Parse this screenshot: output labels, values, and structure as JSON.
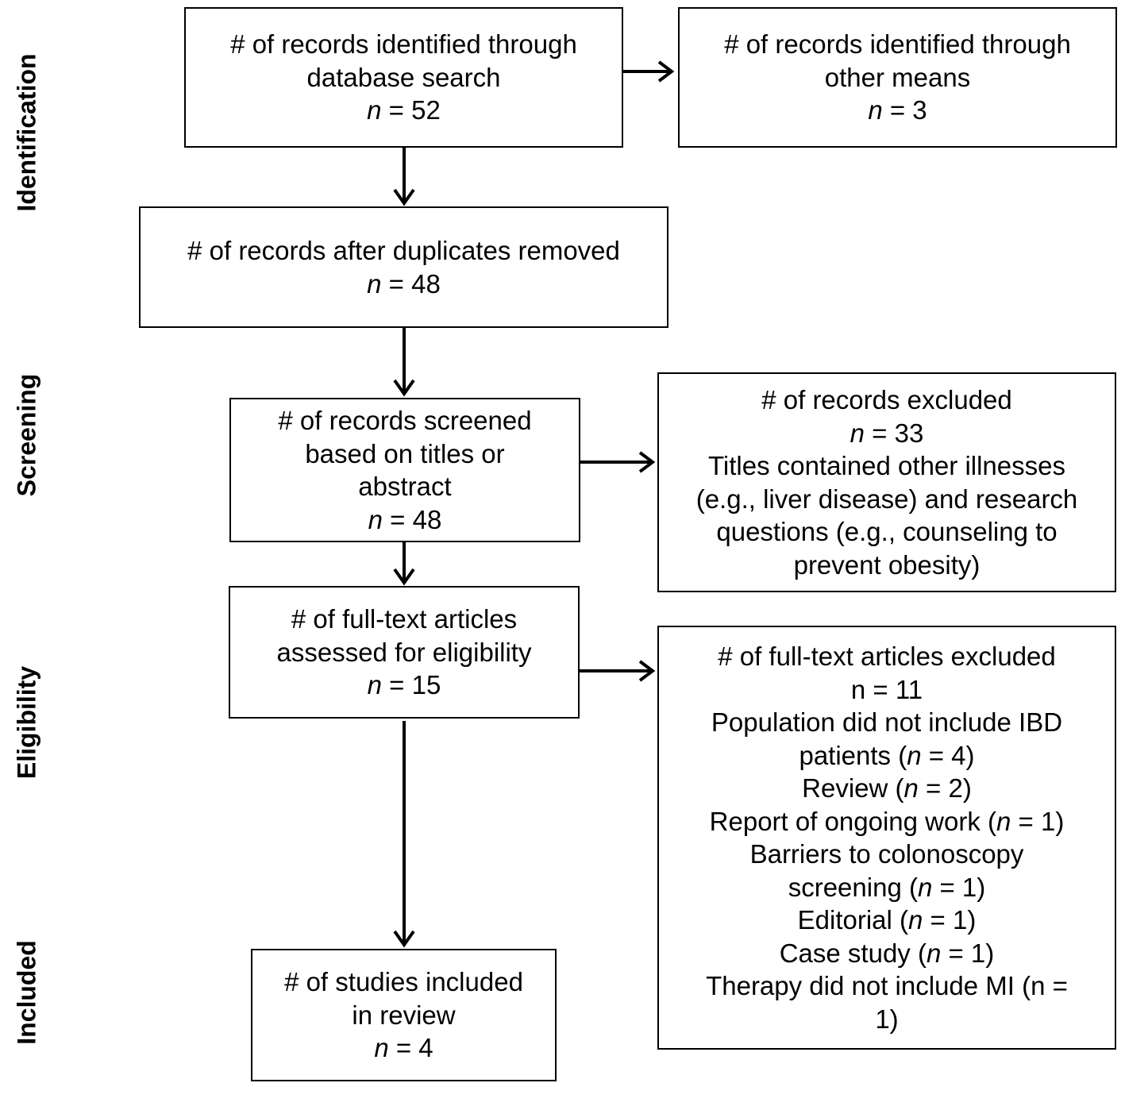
{
  "phases": {
    "identification": "Identification",
    "screening": "Screening",
    "eligibility": "Eligibility",
    "included": "Included"
  },
  "boxes": {
    "database_search": {
      "lines": [
        "# of records identified through",
        "database search"
      ],
      "n_label": "n",
      "n_value": " = 52"
    },
    "other_means": {
      "lines": [
        "# of records identified through",
        "other means"
      ],
      "n_label": "n",
      "n_value": " = 3"
    },
    "duplicates_removed": {
      "lines": [
        "# of records after duplicates removed"
      ],
      "n_label": "n",
      "n_value": " = 48"
    },
    "screened": {
      "lines": [
        "# of records screened",
        "based on titles or",
        "abstract"
      ],
      "n_label": "n",
      "n_value": " = 48"
    },
    "records_excluded": {
      "title": "# of records excluded",
      "n_label": "n",
      "n_value": " = 33",
      "reason_lines": [
        "Titles contained other illnesses",
        "(e.g., liver disease) and research",
        "questions (e.g., counseling to",
        "prevent obesity)"
      ]
    },
    "fulltext_assessed": {
      "lines": [
        "# of full-text articles",
        "assessed for eligibility"
      ],
      "n_label": "n",
      "n_value": " = 15"
    },
    "fulltext_excluded": {
      "title": "# of full-text articles excluded",
      "count_line": "n = 11",
      "reasons": [
        {
          "pre": "Population did not include IBD",
          "pre2": "patients (",
          "n": "n",
          "post": " = 4)"
        },
        {
          "pre": "Review (",
          "n": "n",
          "post": " = 2)"
        },
        {
          "pre": "Report of ongoing work (",
          "n": "n",
          "post": " = 1)"
        },
        {
          "pre": "Barriers to colonoscopy",
          "pre2": "screening (",
          "n": "n",
          "post": " = 1)"
        },
        {
          "pre": "Editorial (",
          "n": "n",
          "post": " = 1)"
        },
        {
          "pre": "Case study (",
          "n": "n",
          "post": " = 1)"
        }
      ],
      "last_lines": [
        "Therapy did not include MI (n =",
        "1)"
      ]
    },
    "included": {
      "lines": [
        "# of studies included",
        "in review"
      ],
      "n_label": "n",
      "n_value": " = 4"
    }
  }
}
